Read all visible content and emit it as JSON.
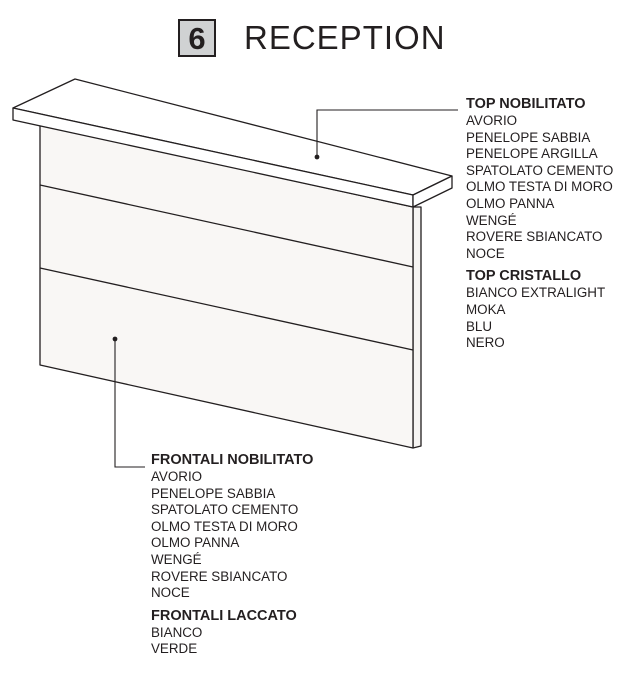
{
  "header": {
    "number": "6",
    "title": "RECEPTION"
  },
  "top_legend": {
    "nobilitato": {
      "heading": "TOP NOBILITATO",
      "items": [
        "AVORIO",
        "PENELOPE SABBIA",
        "PENELOPE ARGILLA",
        "SPATOLATO CEMENTO",
        "OLMO TESTA DI MORO",
        "OLMO PANNA",
        "WENGÉ",
        "ROVERE SBIANCATO",
        "NOCE"
      ]
    },
    "cristallo": {
      "heading": "TOP CRISTALLO",
      "items": [
        "BIANCO EXTRALIGHT",
        "MOKA",
        "BLU",
        "NERO"
      ]
    }
  },
  "front_legend": {
    "nobilitato": {
      "heading": "FRONTALI NOBILITATO",
      "items": [
        "AVORIO",
        "PENELOPE SABBIA",
        "SPATOLATO CEMENTO",
        "OLMO TESTA DI MORO",
        "OLMO PANNA",
        "WENGÉ",
        "ROVERE SBIANCATO",
        "NOCE"
      ]
    },
    "laccato": {
      "heading": "FRONTALI LACCATO",
      "items": [
        "BIANCO",
        "VERDE"
      ]
    }
  }
}
